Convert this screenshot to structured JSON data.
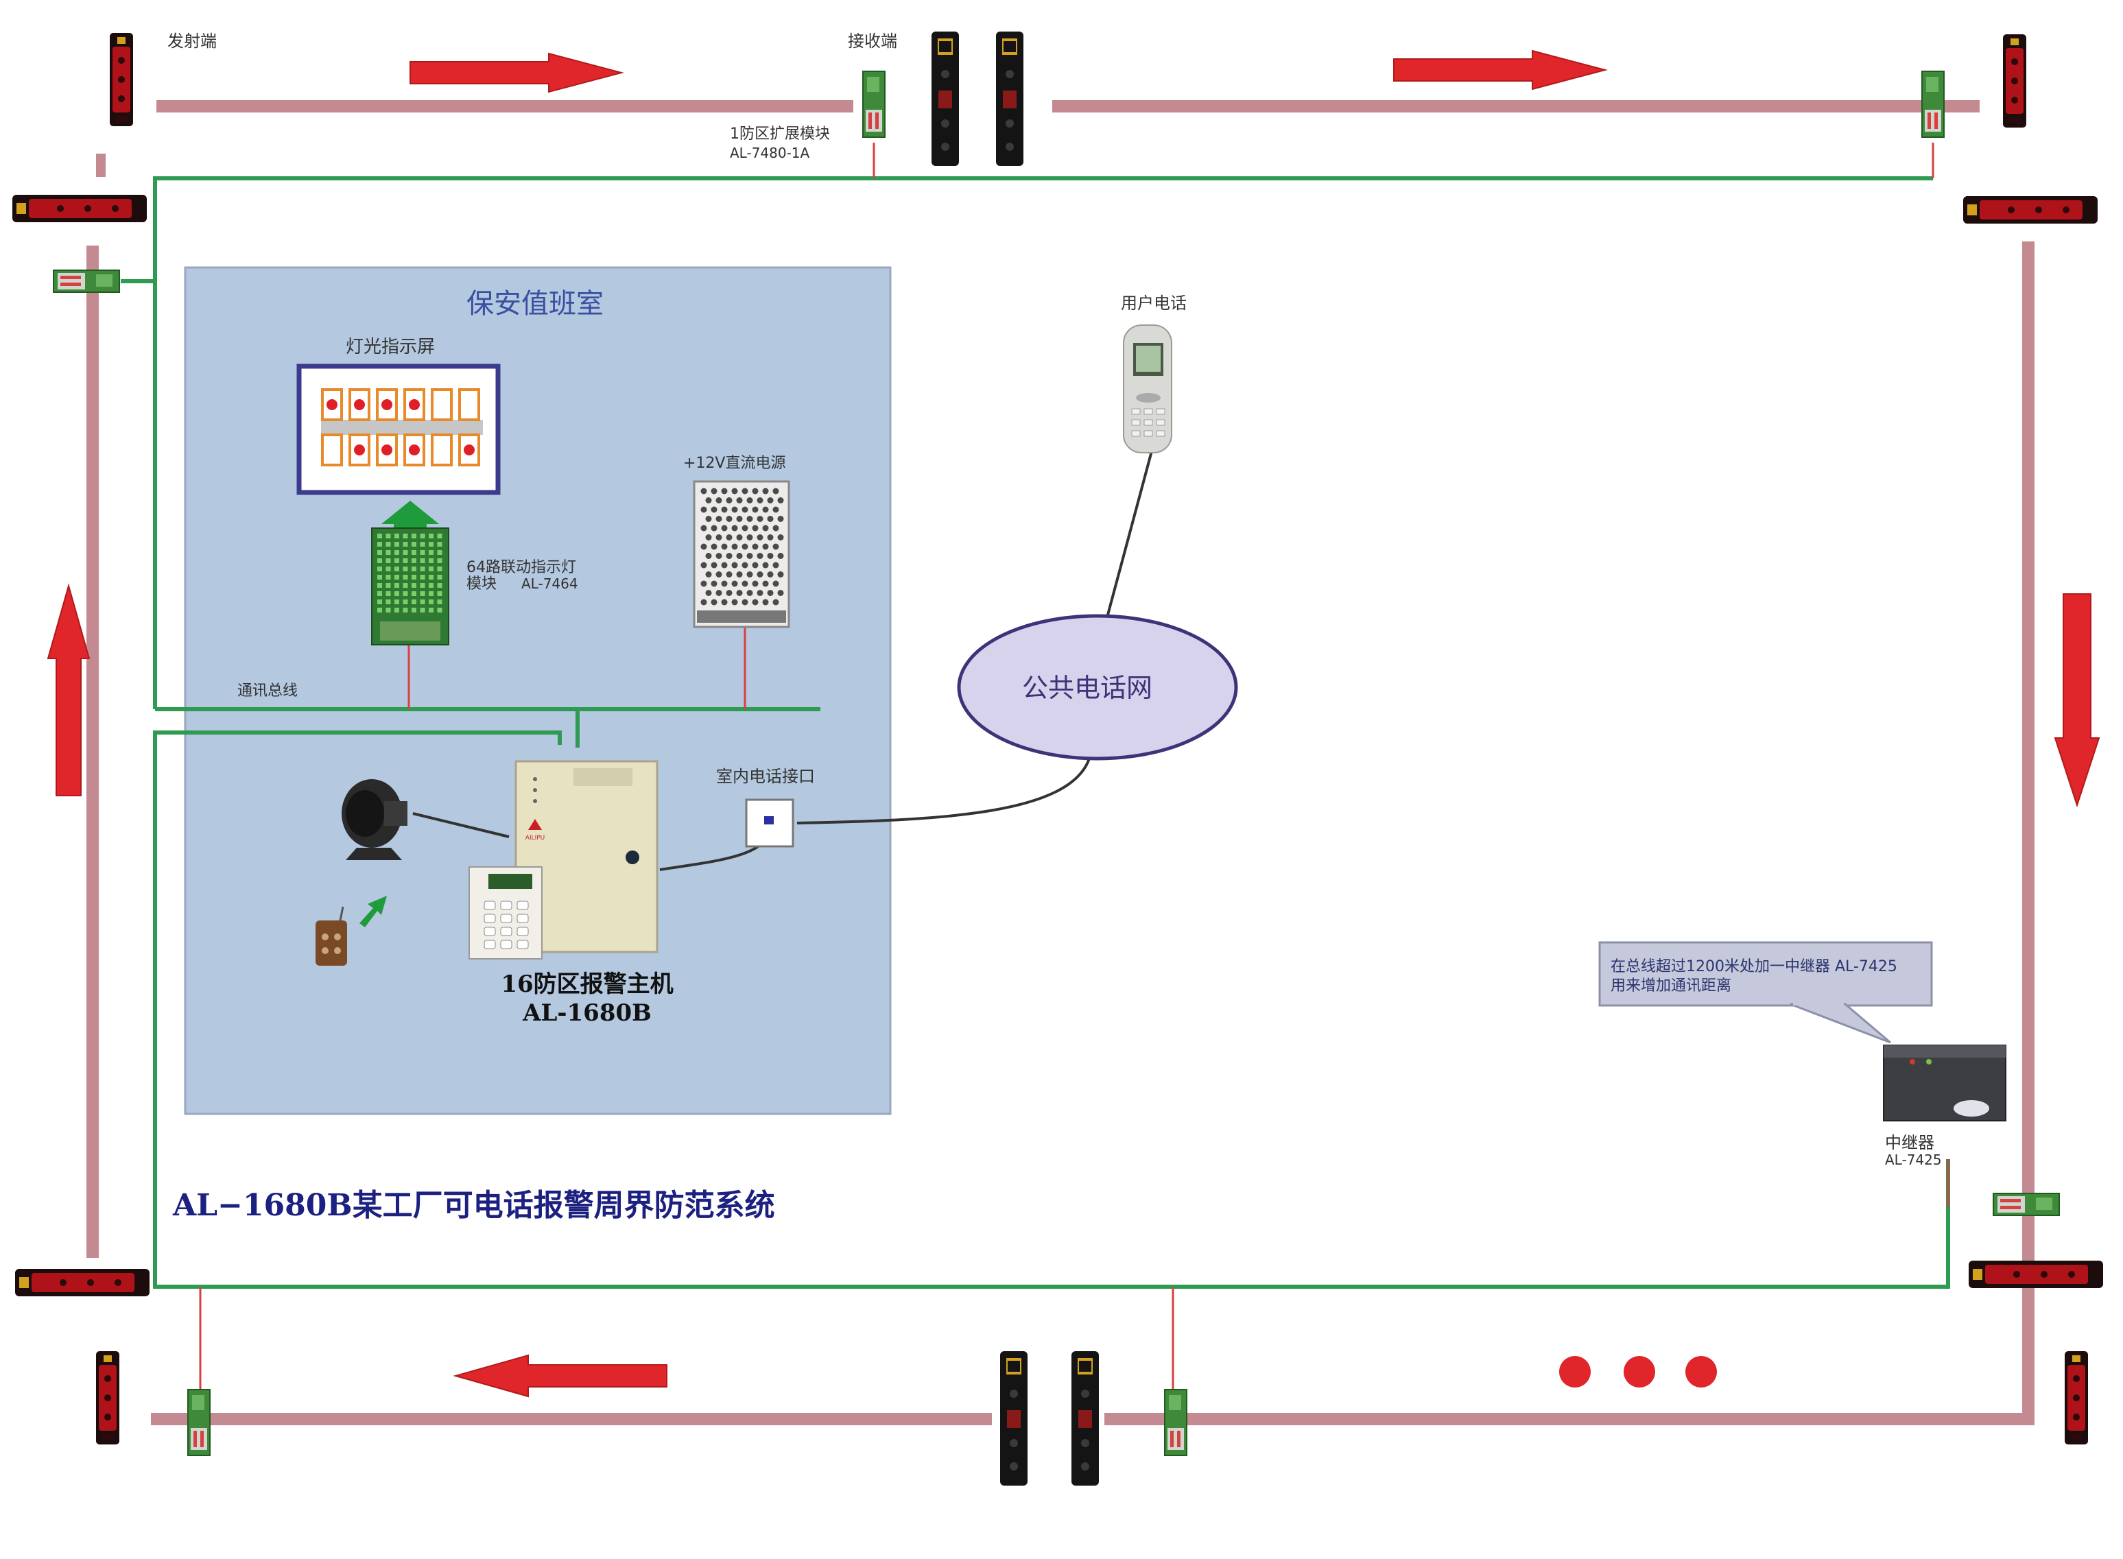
{
  "labels": {
    "transmitter": "发射端",
    "receiver": "接收端",
    "zone_module_name": "1防区扩展模块",
    "zone_module_model": "AL-7480-1A",
    "security_room": "保安值班室",
    "light_panel": "灯光指示屏",
    "indicator_module_line1": "64路联动指示灯",
    "indicator_module_line2": "模块",
    "indicator_module_model": "AL-7464",
    "power_supply": "+12V直流电源",
    "comm_bus": "通讯总线",
    "user_phone": "用户电话",
    "public_network": "公共电话网",
    "indoor_phone_port": "室内电话接口",
    "alarm_host_line1": "16防区报警主机",
    "alarm_host_line2": "AL-1680B",
    "note_line1": "在总线超过1200米处加一中继器 AL-7425",
    "note_line2": "用来增加通讯距离",
    "repeater_name": "中继器",
    "repeater_model": "AL-7425",
    "system_title_model": "AL−1680B",
    "system_title_text": "某工厂可电话报警周界防范系统",
    "panel_brand": "AILIPU"
  },
  "light_panel_lamps": {
    "top_row": [
      1,
      1,
      1,
      1,
      0,
      0
    ],
    "bottom_row": [
      0,
      1,
      1,
      1,
      0,
      1
    ]
  },
  "colors": {
    "fence_line": "#c48a92",
    "bus_line": "#2e9a52",
    "wire_red": "#d94040",
    "arrow_red": "#e0262a",
    "room_bg": "#b4c8e0",
    "room_title": "#3a4fa0",
    "title_text": "#1c2080",
    "network_fill": "#d7d3ec",
    "network_stroke": "#3b3478",
    "note_fill": "#c5c9db",
    "panel_frame": "#3c3a8c",
    "lamp_frame": "#e8892a",
    "lamp_red": "#e01e26",
    "green_arrow": "#1e9b3a"
  }
}
